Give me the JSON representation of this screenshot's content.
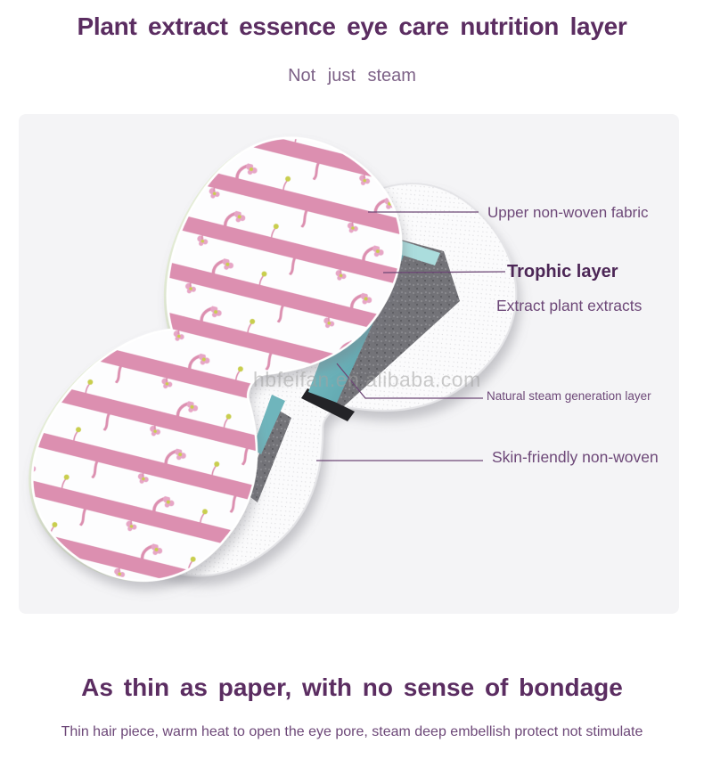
{
  "header": {
    "title": "Plant extract essence eye care nutrition layer",
    "subtitle": "Not just steam"
  },
  "diagram": {
    "watermark": "hbfeifan.en.alibaba.com",
    "labels": {
      "upper": "Upper non-woven fabric",
      "trophic_title": "Trophic layer",
      "trophic_sub": "Extract plant extracts",
      "steam": "Natural steam generation layer",
      "skin": "Skin-friendly non-woven"
    },
    "colors": {
      "heading_purple": "#5b2d61",
      "subtitle_purple": "#7d6287",
      "label_purple": "#6d4878",
      "trophic_purple": "#4c2656",
      "line_purple": "#6d4876",
      "panel_bg": "#f4f4f6",
      "mask_white": "#fbfbfc",
      "pink_stripe": "#dc8fb0",
      "blossom_pink": "#e7a6c6",
      "blossom_yellow": "#c9ce4e",
      "teal_light": "#abdddd",
      "teal_mid": "#6fb5bc",
      "teal_dark": "#4f98a2",
      "layer_gray": "#737378",
      "under_green": "#e7f0d8",
      "watermark_gray": "#a3a3a3"
    }
  },
  "footer": {
    "heading": "As thin as paper, with no sense of bondage",
    "subheading": "Thin hair piece, warm heat to open the eye pore, steam deep embellish protect not stimulate"
  }
}
